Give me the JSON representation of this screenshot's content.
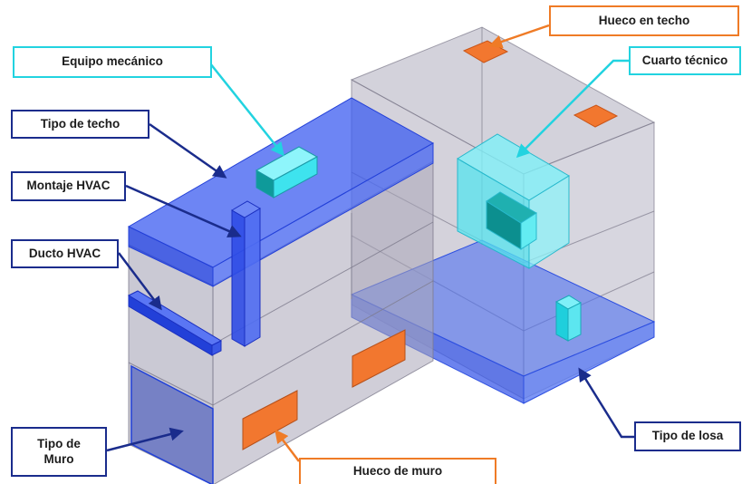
{
  "labels": {
    "roof_opening": "Hueco en techo",
    "mechanical_equipment": "Equipo mecánico",
    "technical_room": "Cuarto técnico",
    "roof_type": "Tipo de techo",
    "hvac_mount": "Montaje HVAC",
    "hvac_duct": "Ducto HVAC",
    "wall_type_line1": "Tipo de",
    "wall_type_line2": "Muro",
    "slab_type": "Tipo de losa",
    "wall_opening": "Hueco de muro"
  },
  "colors": {
    "cyan_accent": "#22d3e0",
    "navy_accent": "#1a2c8c",
    "orange_accent": "#ef7b26",
    "glass_gray": "#a9a6b8",
    "blue_element": "#3d5ae8",
    "cyan_element": "#4fe6f0",
    "opening_orange": "#f2772f"
  }
}
